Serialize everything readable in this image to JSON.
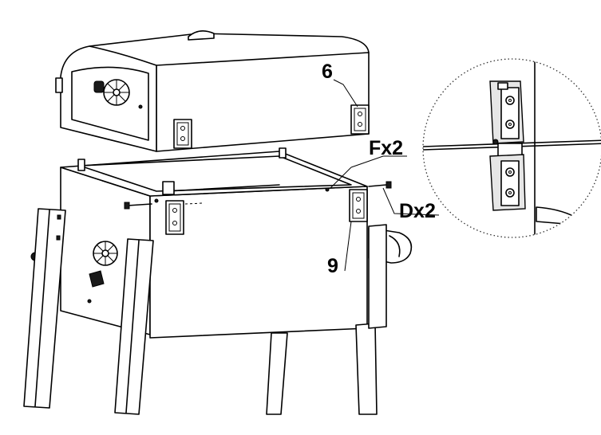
{
  "callouts": {
    "part_6": "6",
    "part_9": "9",
    "part_f": "Fx2",
    "part_d": "Dx2"
  }
}
